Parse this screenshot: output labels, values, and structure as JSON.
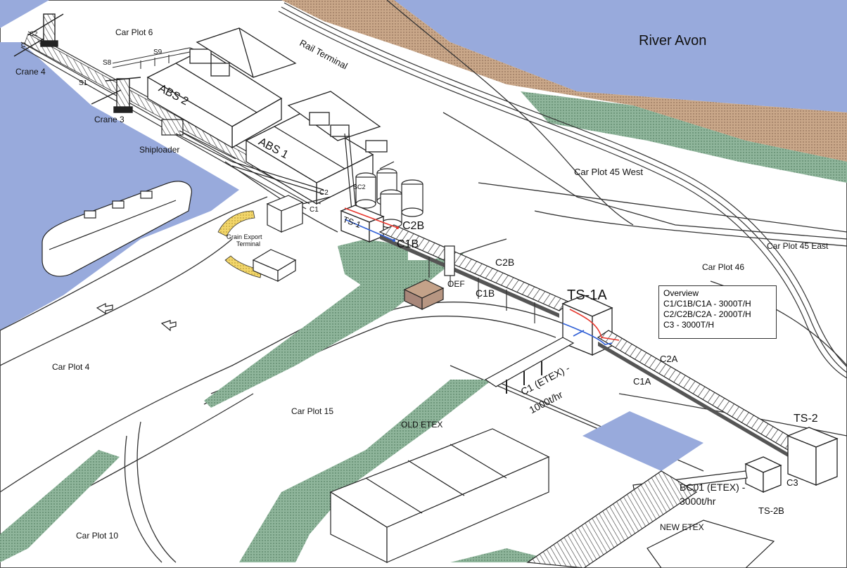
{
  "labels": {
    "river": "River Avon",
    "car_plot_6": "Car Plot 6",
    "rail_terminal": "Rail Terminal",
    "crane_4": "Crane 4",
    "crane_3": "Crane 3",
    "c2_crane": "C2",
    "c_crane": "C",
    "s8": "S8",
    "s9": "S9",
    "s1": "S1",
    "abs2": "ABS 2",
    "abs1": "ABS 1",
    "shiploader": "Shiploader",
    "car_plot_45_west": "Car Plot 45 West",
    "car_plot_45_east": "Car Plot 45 East",
    "car_plot_46": "Car Plot 46",
    "sc2": "SC2",
    "c2_ts1": "C2",
    "c1_ts1": "C1",
    "ts1": "TS-1",
    "c2b_top": "C2B",
    "c1b_top": "C1B",
    "grain_export_1": "Grain Export",
    "grain_export_2": "Terminal",
    "c2b_mid": "C2B",
    "c1b_mid": "C1B",
    "oef": "OEF",
    "ts1a": "TS-1A",
    "car_plot_4": "Car Plot 4",
    "c1_etex_1": "C1 (ETEX) -",
    "c1_etex_2": "1000t/hr",
    "c2a": "C2A",
    "c1a": "C1A",
    "car_plot_15": "Car Plot 15",
    "old_etex": "OLD ETEX",
    "ts2": "TS-2",
    "bc01_1": "BC01 (ETEX) -",
    "bc01_2": "3000t/hr",
    "c3": "C3",
    "ts2b": "TS-2B",
    "new_etex": "NEW ETEX",
    "car_plot_10": "Car Plot 10"
  },
  "overview": {
    "title": "Overview",
    "line1": "C1/C1B/C1A - 3000T/H",
    "line2": "C2/C2B/C2A - 2000T/H",
    "line3": "C3 - 3000T/H"
  },
  "colors": {
    "water": "#98aadc",
    "riverbank": "#c9a789",
    "greenspace": "#8fb59b",
    "grain_flow": "#e8392f",
    "conveyor_flow": "#2f5fd6"
  }
}
